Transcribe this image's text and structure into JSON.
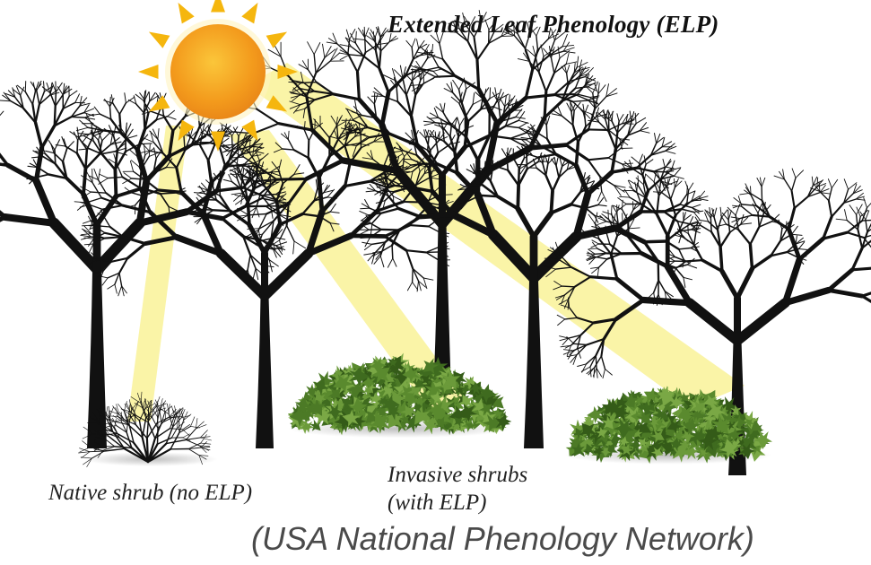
{
  "diagram": {
    "title": "Extended Leaf Phenology (ELP)",
    "labels": {
      "native_shrub": "Native shrub (no ELP)",
      "invasive_shrubs_line1": "Invasive shrubs",
      "invasive_shrubs_line2": "(with ELP)"
    },
    "credit": "(USA National Phenology Network)"
  },
  "icons": {
    "sun": "sun-icon",
    "trees": "tree-icon",
    "native_shrub": "bare-shrub-icon",
    "invasive_shrub": "leafy-shrub-icon",
    "light": "sunbeam-icon"
  },
  "colors": {
    "sun_core": "#f6a21c",
    "sun_rays": "#f5b60e",
    "sunbeam": "#f8f089",
    "trees": "#111111",
    "invasive_leaves": "#4c7a26"
  }
}
